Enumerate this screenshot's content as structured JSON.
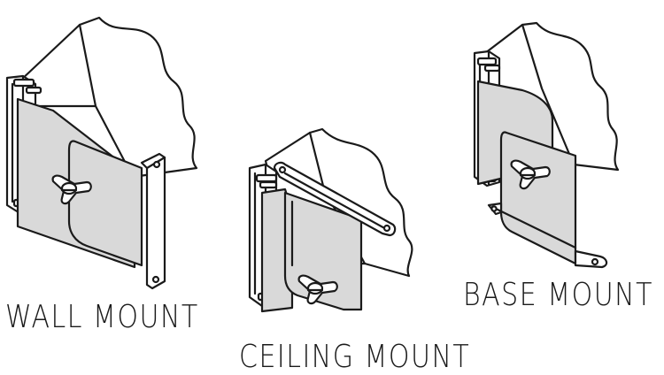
{
  "figure": {
    "captions": {
      "wall": "WALL MOUNT",
      "ceiling": "CEILING MOUNT",
      "base": "BASE MOUNT"
    },
    "colors": {
      "line": "#1a1a1a",
      "plate": "#d9d9d9",
      "body": "#ffffff",
      "background": "#ffffff"
    }
  }
}
